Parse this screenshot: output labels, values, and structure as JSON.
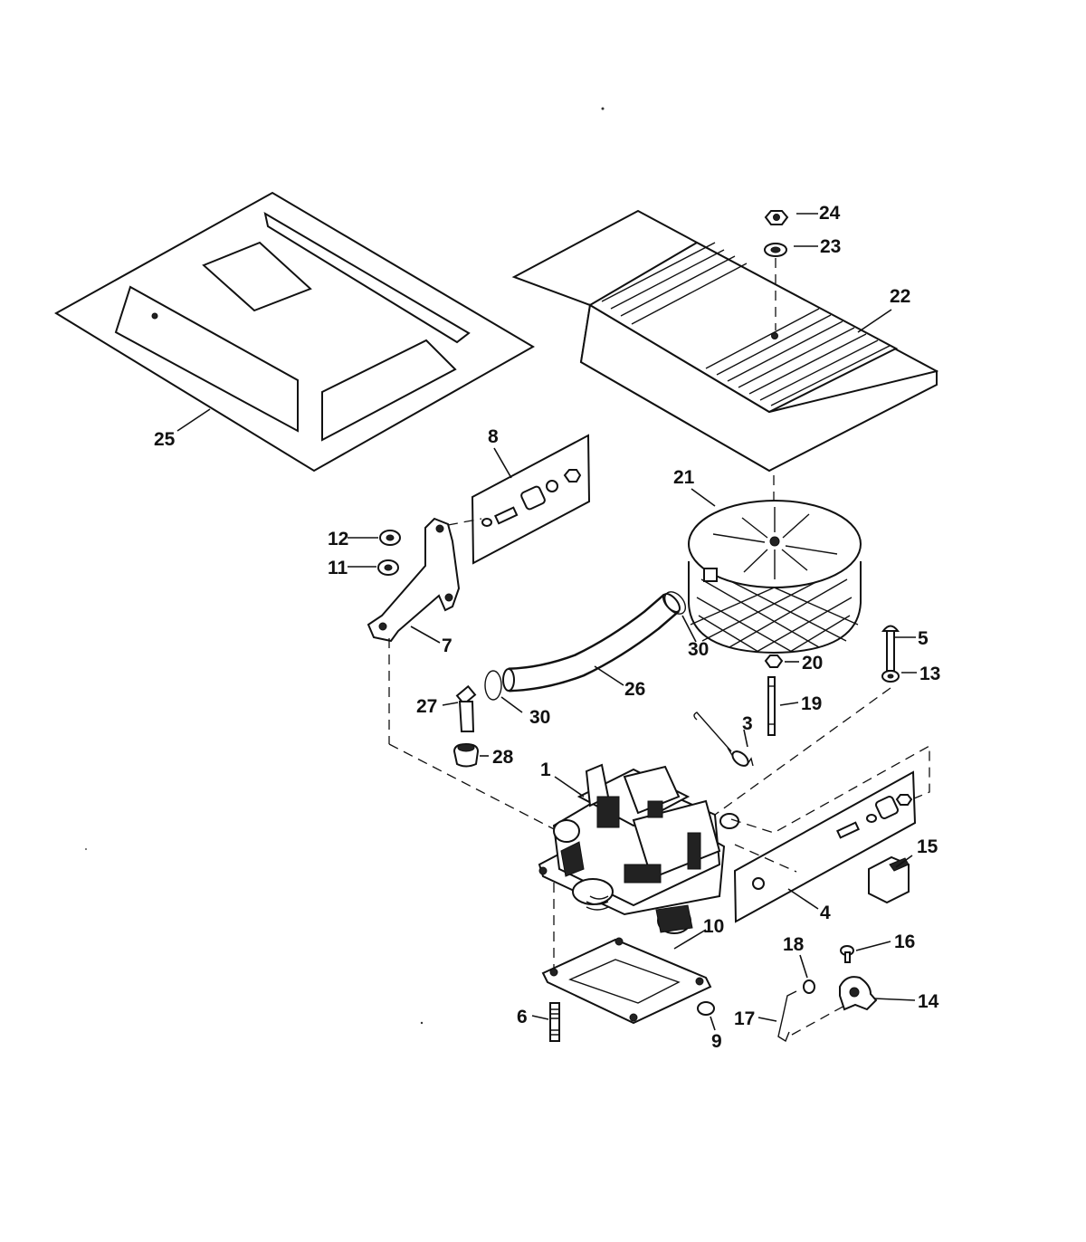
{
  "callouts": [
    {
      "id": "p1",
      "number": "1"
    },
    {
      "id": "p3",
      "number": "3"
    },
    {
      "id": "p4",
      "number": "4"
    },
    {
      "id": "p5",
      "number": "5"
    },
    {
      "id": "p6",
      "number": "6"
    },
    {
      "id": "p7",
      "number": "7"
    },
    {
      "id": "p8",
      "number": "8"
    },
    {
      "id": "p9",
      "number": "9"
    },
    {
      "id": "p10",
      "number": "10"
    },
    {
      "id": "p11",
      "number": "11"
    },
    {
      "id": "p12",
      "number": "12"
    },
    {
      "id": "p13",
      "number": "13"
    },
    {
      "id": "p14",
      "number": "14"
    },
    {
      "id": "p15",
      "number": "15"
    },
    {
      "id": "p16",
      "number": "16"
    },
    {
      "id": "p17",
      "number": "17"
    },
    {
      "id": "p18",
      "number": "18"
    },
    {
      "id": "p19",
      "number": "19"
    },
    {
      "id": "p20",
      "number": "20"
    },
    {
      "id": "p21",
      "number": "21"
    },
    {
      "id": "p22",
      "number": "22"
    },
    {
      "id": "p23",
      "number": "23"
    },
    {
      "id": "p24",
      "number": "24"
    },
    {
      "id": "p25",
      "number": "25"
    },
    {
      "id": "p26",
      "number": "26"
    },
    {
      "id": "p27",
      "number": "27"
    },
    {
      "id": "p28",
      "number": "28"
    },
    {
      "id": "p30a",
      "number": "30"
    },
    {
      "id": "p30b",
      "number": "30"
    }
  ]
}
